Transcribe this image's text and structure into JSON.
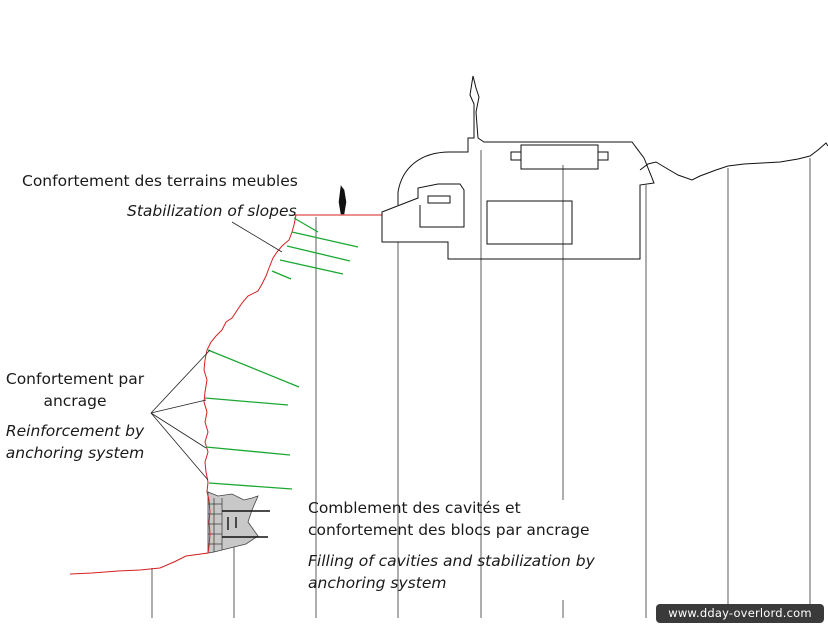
{
  "labels": {
    "slopes_fr": "Confortement des terrains meubles",
    "slopes_en": "Stabilization of slopes",
    "anchor_fr_1": "Confortement  par",
    "anchor_fr_2": "ancrage",
    "anchor_en_1": "Reinforcement by",
    "anchor_en_2": "anchoring system",
    "cavities_fr_1": "Comblement des cavités et",
    "cavities_fr_2": "confortement des blocs par ancrage",
    "cavities_en_1": "Filling of cavities and stabilization by",
    "cavities_en_2": "anchoring system"
  },
  "watermark": "www.dday-overlord.com",
  "colors": {
    "outline": "#000000",
    "cliff_profile": "#d42020",
    "anchors": "#1aa832",
    "fill_block": "#c8c8c8"
  }
}
